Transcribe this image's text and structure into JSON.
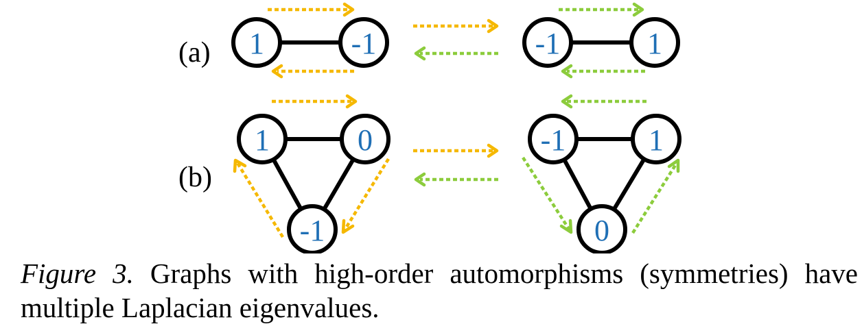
{
  "rows": [
    {
      "label": "(a)",
      "left_nodes": [
        "1",
        "-1"
      ],
      "right_nodes": [
        "-1",
        "1"
      ]
    },
    {
      "label": "(b)",
      "left_nodes": [
        "1",
        "0",
        "-1"
      ],
      "right_nodes": [
        "-1",
        "1",
        "0"
      ]
    }
  ],
  "caption": {
    "label": "Figure 3.",
    "text": " Graphs with high-order automorphisms (symmetries) have multiple Laplacian eigenvalues."
  },
  "colors": {
    "node_label": "#1f6fb5",
    "arrow_forward": "#f5b800",
    "arrow_backward": "#8ccc3c"
  }
}
